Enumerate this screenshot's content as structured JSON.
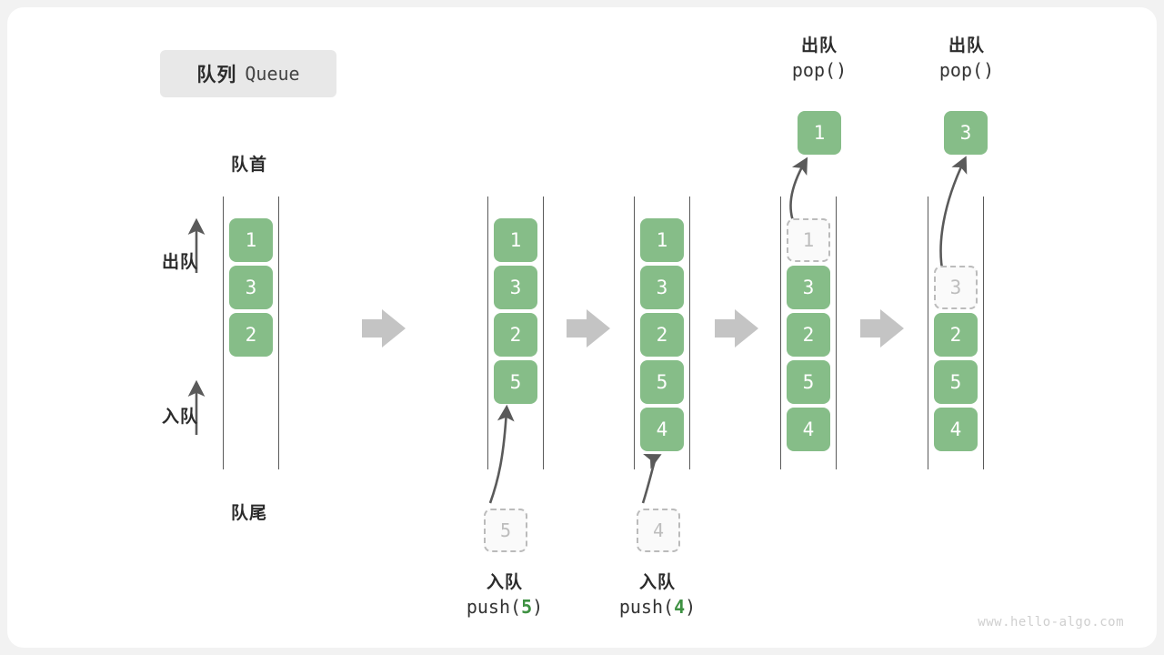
{
  "title": {
    "cn": "队列",
    "en": "Queue"
  },
  "captions": {
    "head": "队首",
    "tail": "队尾",
    "pop_label": "出队",
    "push_label": "入队"
  },
  "colors": {
    "element_green": "#86bd88",
    "ghost_gray": "#bbbbbb",
    "arrow_gray": "#5a5a5a",
    "block_arrow_gray": "#c4c4c4",
    "badge_bg": "#e8e8e8",
    "text_dark": "#2b2b2b",
    "code_green": "#3e9142",
    "watermark": "#cfcfcf"
  },
  "panels": [
    {
      "id": "initial",
      "elements": [
        {
          "value": "1",
          "state": "solid"
        },
        {
          "value": "3",
          "state": "solid"
        },
        {
          "value": "2",
          "state": "solid"
        }
      ]
    },
    {
      "id": "after-push-5",
      "elements": [
        {
          "value": "1",
          "state": "solid"
        },
        {
          "value": "3",
          "state": "solid"
        },
        {
          "value": "2",
          "state": "solid"
        },
        {
          "value": "5",
          "state": "solid"
        }
      ],
      "staged": {
        "value": "5"
      },
      "caption": {
        "cn": "入队",
        "code_prefix": "push(",
        "arg": "5",
        "code_suffix": ")"
      }
    },
    {
      "id": "after-push-4",
      "elements": [
        {
          "value": "1",
          "state": "solid"
        },
        {
          "value": "3",
          "state": "solid"
        },
        {
          "value": "2",
          "state": "solid"
        },
        {
          "value": "5",
          "state": "solid"
        },
        {
          "value": "4",
          "state": "solid"
        }
      ],
      "staged": {
        "value": "4"
      },
      "caption": {
        "cn": "入队",
        "code_prefix": "push(",
        "arg": "4",
        "code_suffix": ")"
      }
    },
    {
      "id": "after-pop-1",
      "elements": [
        {
          "value": "1",
          "state": "ghost"
        },
        {
          "value": "3",
          "state": "solid"
        },
        {
          "value": "2",
          "state": "solid"
        },
        {
          "value": "5",
          "state": "solid"
        },
        {
          "value": "4",
          "state": "solid"
        }
      ],
      "popped": {
        "value": "1"
      },
      "caption": {
        "cn": "出队",
        "code_prefix": "pop(",
        "arg": "",
        "code_suffix": ")"
      }
    },
    {
      "id": "after-pop-3",
      "elements": [
        {
          "value": "",
          "state": "empty"
        },
        {
          "value": "3",
          "state": "ghost"
        },
        {
          "value": "2",
          "state": "solid"
        },
        {
          "value": "5",
          "state": "solid"
        },
        {
          "value": "4",
          "state": "solid"
        }
      ],
      "popped": {
        "value": "3"
      },
      "caption": {
        "cn": "出队",
        "code_prefix": "pop(",
        "arg": "",
        "code_suffix": ")"
      }
    }
  ],
  "watermark": "www.hello-algo.com"
}
